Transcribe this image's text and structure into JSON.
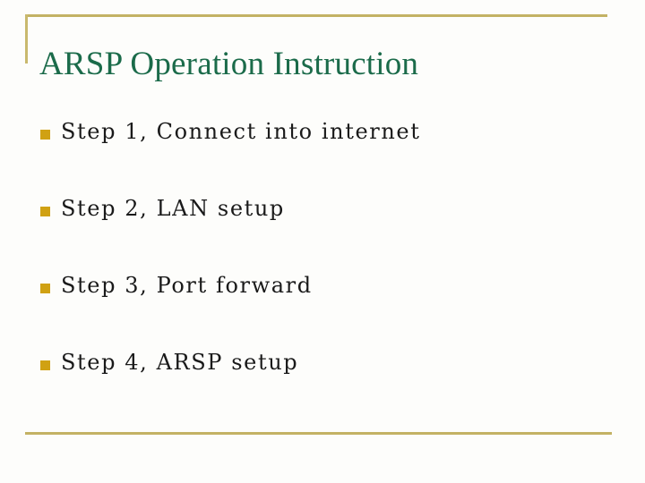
{
  "slide": {
    "title": "ARSP Operation Instruction",
    "title_color": "#1b6b4a",
    "rule_color": "#c3b264",
    "bullet_color": "#d0a113",
    "background_color": "#fdfdfb",
    "body_text_color": "#1a1a1a",
    "bullets": [
      {
        "text": "Step 1, Connect into internet"
      },
      {
        "text": "Step 2, LAN setup"
      },
      {
        "text": "Step 3, Port forward"
      },
      {
        "text": "Step 4, ARSP setup"
      }
    ]
  }
}
